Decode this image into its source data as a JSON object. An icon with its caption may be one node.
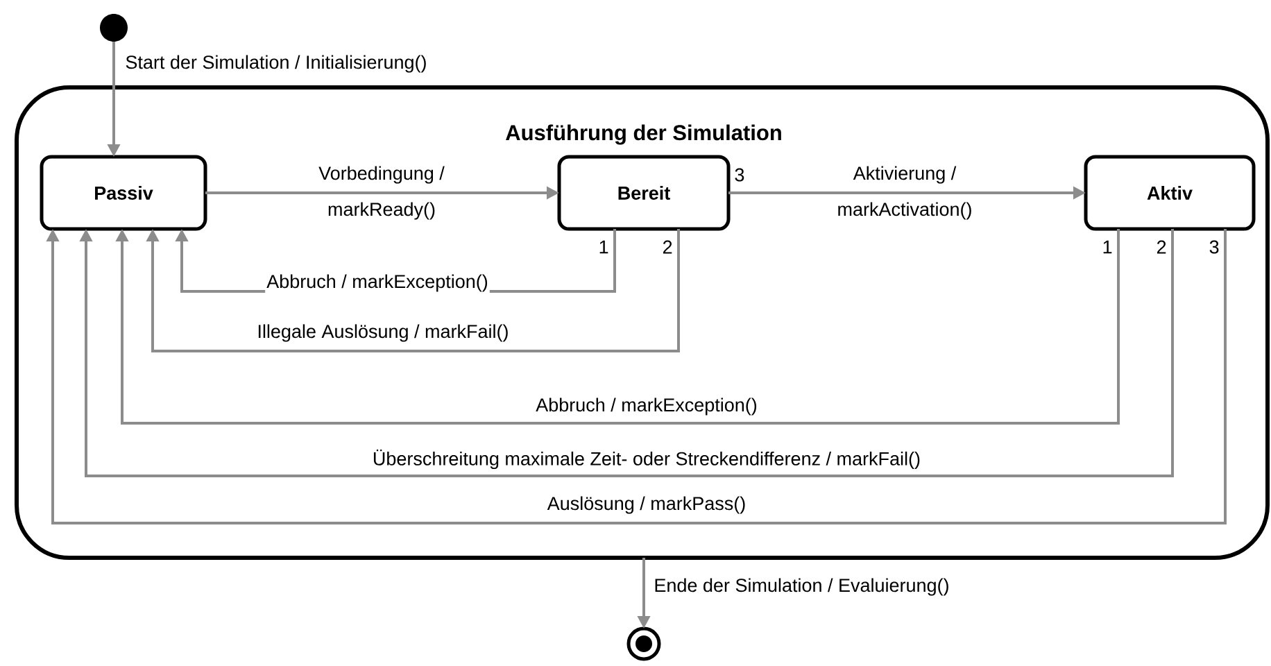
{
  "diagram": {
    "nodes": [
      {
        "text": [],
        "shape": "circle"
      },
      {
        "text": [
          "Ausführung der Simulation"
        ]
      },
      {
        "text": [
          "Passiv"
        ],
        "in": 1
      },
      {
        "text": [
          "Bereit"
        ],
        "in": 1,
        "beside": [
          "1",
          "2",
          "3"
        ]
      },
      {
        "text": [
          "Aktiv"
        ],
        "in": 1,
        "beside": [
          "1",
          "2",
          "3"
        ]
      },
      {
        "text": [],
        "shape": "circle"
      }
    ],
    "edges": [
      {
        "from": 0,
        "to": 2,
        "arrow": "to",
        "label": "Start der Simulation / Initialisierung()"
      },
      {
        "from": 2,
        "to": 3,
        "arrow": "to",
        "label": "Vorbedingung / markReady()"
      },
      {
        "from": 3,
        "to": 4,
        "arrow": "to",
        "label": "Aktivierung / markActivation()"
      },
      {
        "from": 3,
        "to": 2,
        "arrow": "to",
        "label": "Abbruch / markException()"
      },
      {
        "from": 3,
        "to": 2,
        "arrow": "to",
        "label": "Illegale Auslösung / markFail()"
      },
      {
        "from": 4,
        "to": 2,
        "arrow": "to",
        "label": "Abbruch / markException()"
      },
      {
        "from": 4,
        "to": 2,
        "arrow": "to",
        "label": "Überschreitung maximale Zeit- oder Streckendifferenz / markFail()"
      },
      {
        "from": 4,
        "to": 2,
        "arrow": "to",
        "label": "Auslösung / markPass()"
      },
      {
        "from": 1,
        "to": 5,
        "arrow": "to",
        "label": "Ende der Simulation / Evaluierung()"
      }
    ]
  }
}
